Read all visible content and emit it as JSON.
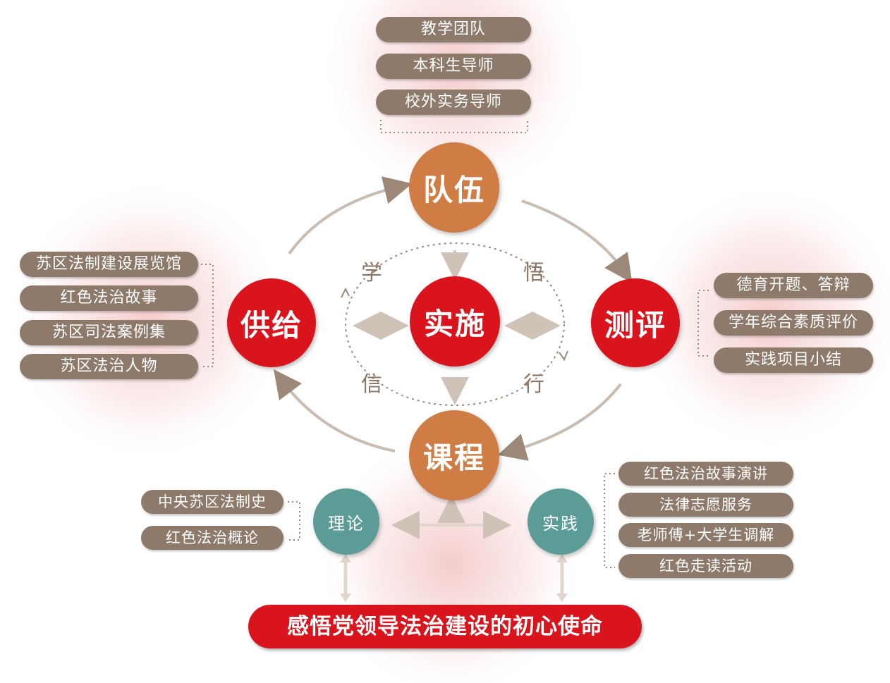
{
  "colors": {
    "pill": "#8d7a6b",
    "orange_node": "#cf7d45",
    "red_node": "#d9141c",
    "teal_node": "#5b9c97",
    "arrow": "#b7a79a",
    "background_glow": "#f6d6d6"
  },
  "team": {
    "label": "队伍",
    "items": [
      "教学团队",
      "本科生导师",
      "校外实务导师"
    ]
  },
  "supply": {
    "label": "供给",
    "items": [
      "苏区法制建设展览馆",
      "红色法治故事",
      "苏区司法案例集",
      "苏区法治人物"
    ]
  },
  "evaluation": {
    "label": "测评",
    "items": [
      "德育开题、答辩",
      "学年综合素质评价",
      "实践项目小结"
    ]
  },
  "center": {
    "label": "实施",
    "cycle": [
      "学",
      "悟",
      "行",
      "信"
    ]
  },
  "course": {
    "label": "课程",
    "theory": {
      "label": "理论",
      "items": [
        "中央苏区法制史",
        "红色法治概论"
      ]
    },
    "practice": {
      "label": "实践",
      "items": [
        "红色法治故事演讲",
        "法律志愿服务",
        "老师傅+大学生调解",
        "红色走读活动"
      ]
    }
  },
  "mission": "感悟党领导法治建设的初心使命"
}
